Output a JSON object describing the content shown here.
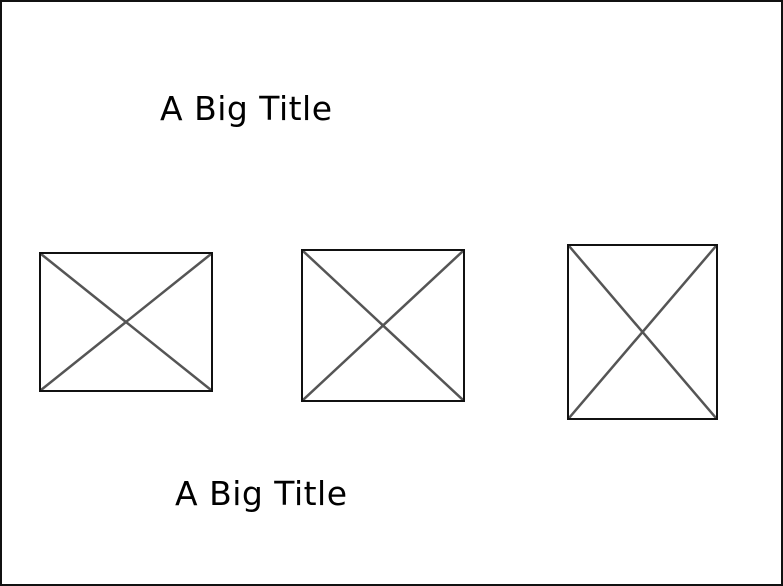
{
  "titles": {
    "top": "A Big Title",
    "bottom": "A Big Title"
  },
  "image_placeholders": [
    {
      "icon": "image-placeholder-x"
    },
    {
      "icon": "image-placeholder-x"
    },
    {
      "icon": "image-placeholder-x"
    }
  ],
  "colors": {
    "frame_border": "#111111",
    "placeholder_cross": "#555555",
    "text": "#000000",
    "background": "#ffffff"
  }
}
